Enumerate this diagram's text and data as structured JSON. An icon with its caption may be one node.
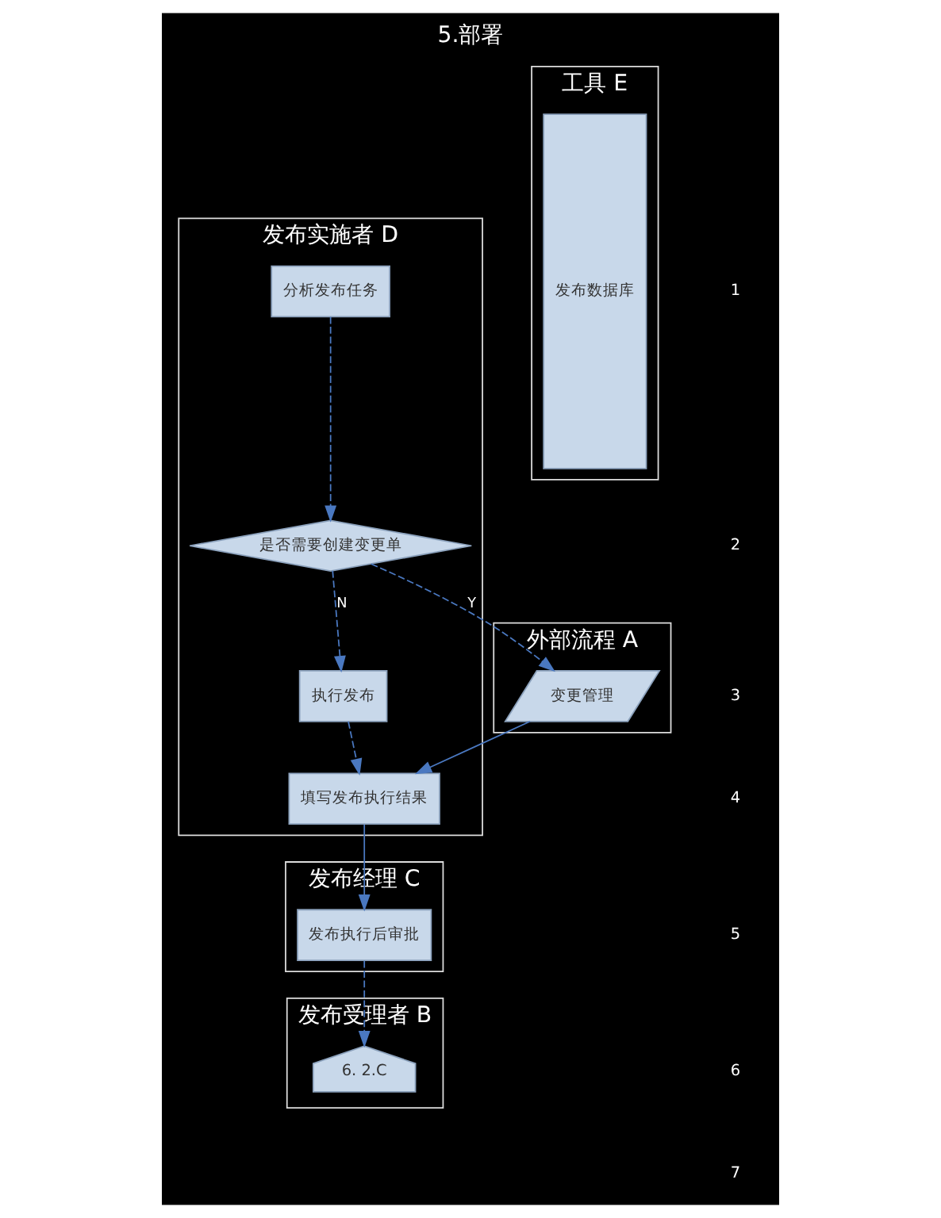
{
  "diagram": {
    "title": "5.部署",
    "nodes": [
      {
        "text": [
          "外部流程 A"
        ]
      },
      {
        "text": [
          "发布受理者 B"
        ]
      },
      {
        "text": [
          "发布经理 C"
        ]
      },
      {
        "text": [
          "发布实施者 D"
        ]
      },
      {
        "text": [
          "工具 E"
        ]
      },
      {
        "text": [
          "分析发布任务"
        ],
        "in": 3
      },
      {
        "text": [
          "是否需要创建变更单"
        ],
        "in": 3
      },
      {
        "text": [
          "变更管理"
        ],
        "in": 0
      },
      {
        "text": [
          "执行发布"
        ],
        "in": 3
      },
      {
        "text": [
          "填写发布执行结果"
        ],
        "in": 3
      },
      {
        "text": [
          "发布执行后审批"
        ],
        "in": 2
      },
      {
        "text": [
          "6. 2.C"
        ],
        "in": 1
      },
      {
        "text": [
          "发布数据库"
        ],
        "in": 4
      }
    ],
    "edges": [
      {
        "from": 5,
        "to": 6,
        "arrow": "to",
        "style": "dashed"
      },
      {
        "from": 6,
        "to": 7,
        "arrow": "to",
        "style": "dashed",
        "label": "Y"
      },
      {
        "from": 6,
        "to": 8,
        "arrow": "to",
        "style": "dashed",
        "label": "N"
      },
      {
        "from": 8,
        "to": 9,
        "arrow": "to",
        "style": "dashed"
      },
      {
        "from": 7,
        "to": 9,
        "arrow": "to"
      },
      {
        "from": 9,
        "to": 10,
        "arrow": "to"
      },
      {
        "from": 10,
        "to": 11,
        "arrow": "to",
        "style": "dashed"
      }
    ],
    "labels": [
      "1",
      "2",
      "3",
      "4",
      "5",
      "6",
      "7"
    ]
  }
}
